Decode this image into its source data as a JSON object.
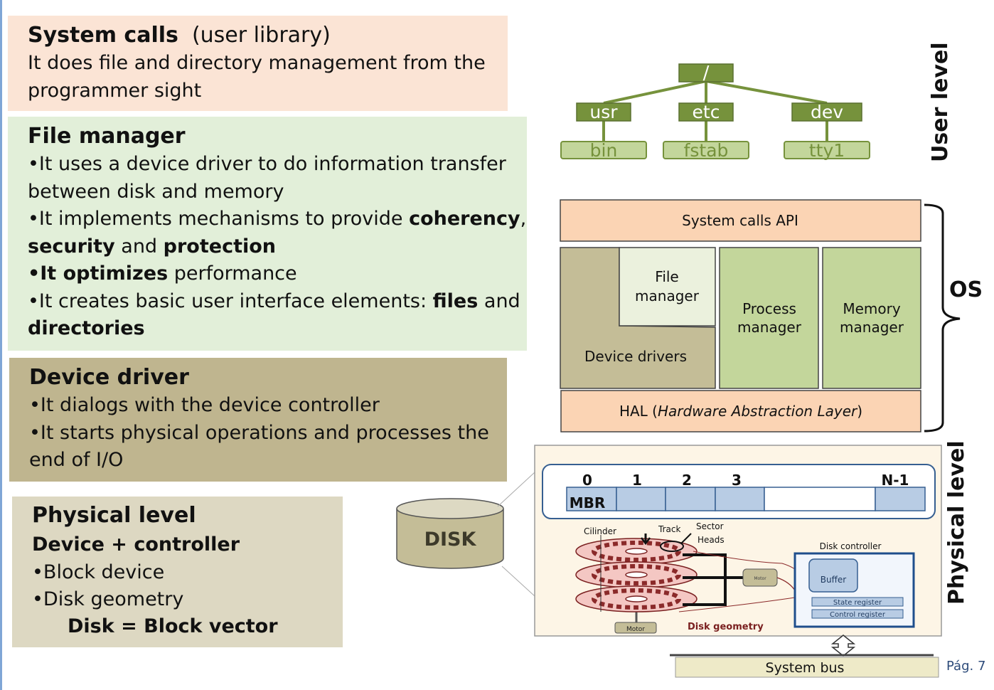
{
  "syscalls": {
    "title": "System calls",
    "subtitle": "(user library)",
    "line1": "It does file and directory management from the",
    "line2": "programmer sight"
  },
  "file_manager": {
    "title": "File manager",
    "b1_l1": "•It uses a device driver to do information transfer",
    "b1_l2": "between disk and memory",
    "b2_pre": "•It implements mechanisms to provide ",
    "b2_bold1": "coherency",
    "b2_comma": ",",
    "b2_bold2": "security",
    "b2_and": " and ",
    "b2_bold3": "protection",
    "b3_bold": "•It optimizes",
    "b3_rest": " performance",
    "b4_pre": "•It creates basic user interface elements: ",
    "b4_bold1": "files",
    "b4_and": " and",
    "b4_bold2": "directories"
  },
  "device_driver": {
    "title": "Device driver",
    "b1": "•It dialogs with the device controller",
    "b2_l1": "•It starts physical operations and processes the",
    "b2_l2": "end of I/O"
  },
  "physical_level": {
    "title": "Physical level",
    "subtitle": "Device + controller",
    "b1": "•Block device",
    "b2": "•Disk geometry",
    "b3": "Disk = Block vector"
  },
  "tree": {
    "root": "/",
    "level1": [
      "usr",
      "etc",
      "dev"
    ],
    "level2": [
      "bin",
      "fstab",
      "tty1"
    ]
  },
  "os_stack": {
    "syscalls_api": "System calls API",
    "file_manager_l1": "File",
    "file_manager_l2": "manager",
    "device_drivers": "Device drivers",
    "process_l1": "Process",
    "process_l2": "manager",
    "memory_l1": "Memory",
    "memory_l2": "manager",
    "hal_pre": "HAL (",
    "hal_italic": "Hardware Abstraction Layer",
    "hal_post": ")"
  },
  "labels": {
    "user_level": "User level",
    "os": "OS",
    "physical_level": "Physical level"
  },
  "disk": {
    "label": "DISK",
    "block_numbers": [
      "0",
      "1",
      "2",
      "3",
      "N-1"
    ],
    "mbr": "MBR",
    "cilinder": "Cilinder",
    "track": "Track",
    "sector": "Sector",
    "heads": "Heads",
    "motor1": "Motor",
    "motor2": "Motor",
    "disk_geometry": "Disk geometry",
    "disk_controller": "Disk controller",
    "buffer": "Buffer",
    "state_register": "State register",
    "control_register": "Control register",
    "system_bus": "System bus"
  },
  "page_number": "Pág. 7",
  "colors": {
    "peach": "#fbe4d5",
    "light_green": "#e2efd9",
    "khaki": "#bfb58f",
    "beige": "#ddd8c2",
    "tree_green": "#76923c",
    "tree_light": "#c3d69b",
    "os_green": "#c3d69b",
    "block_blue": "#b8cce4"
  }
}
